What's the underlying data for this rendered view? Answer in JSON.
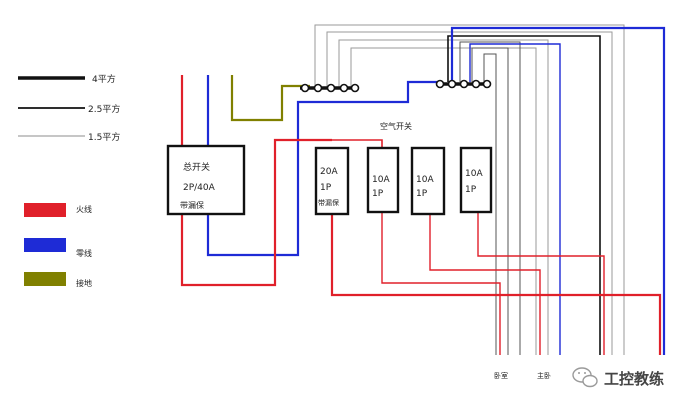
{
  "legend": {
    "thickness": [
      {
        "label": "4平方"
      },
      {
        "label": "2.5平方"
      },
      {
        "label": "1.5平方"
      }
    ],
    "colors": [
      {
        "label": "火线",
        "color": "#e0202a"
      },
      {
        "label": "零线",
        "color": "#1e2bd6"
      },
      {
        "label": "接地",
        "color": "#808000"
      }
    ]
  },
  "main_switch": {
    "line1": "总开关",
    "line2": "2P/40A",
    "line3": "带漏保"
  },
  "breaker_group_label": "空气开关",
  "breakers": [
    {
      "lines": [
        "20A",
        "1P",
        "带漏保"
      ]
    },
    {
      "lines": [
        "10A",
        "1P"
      ]
    },
    {
      "lines": [
        "10A",
        "1P"
      ]
    },
    {
      "lines": [
        "10A",
        "1P"
      ]
    }
  ],
  "outputs": {
    "left": "卧室",
    "right": "主卧"
  },
  "watermark": {
    "text": "工控教练"
  },
  "wire_colors": {
    "live": "#e0202a",
    "neutral": "#1e2bd6",
    "ground": "#808000",
    "black": "#111111",
    "grey": "#9a9a9a"
  }
}
